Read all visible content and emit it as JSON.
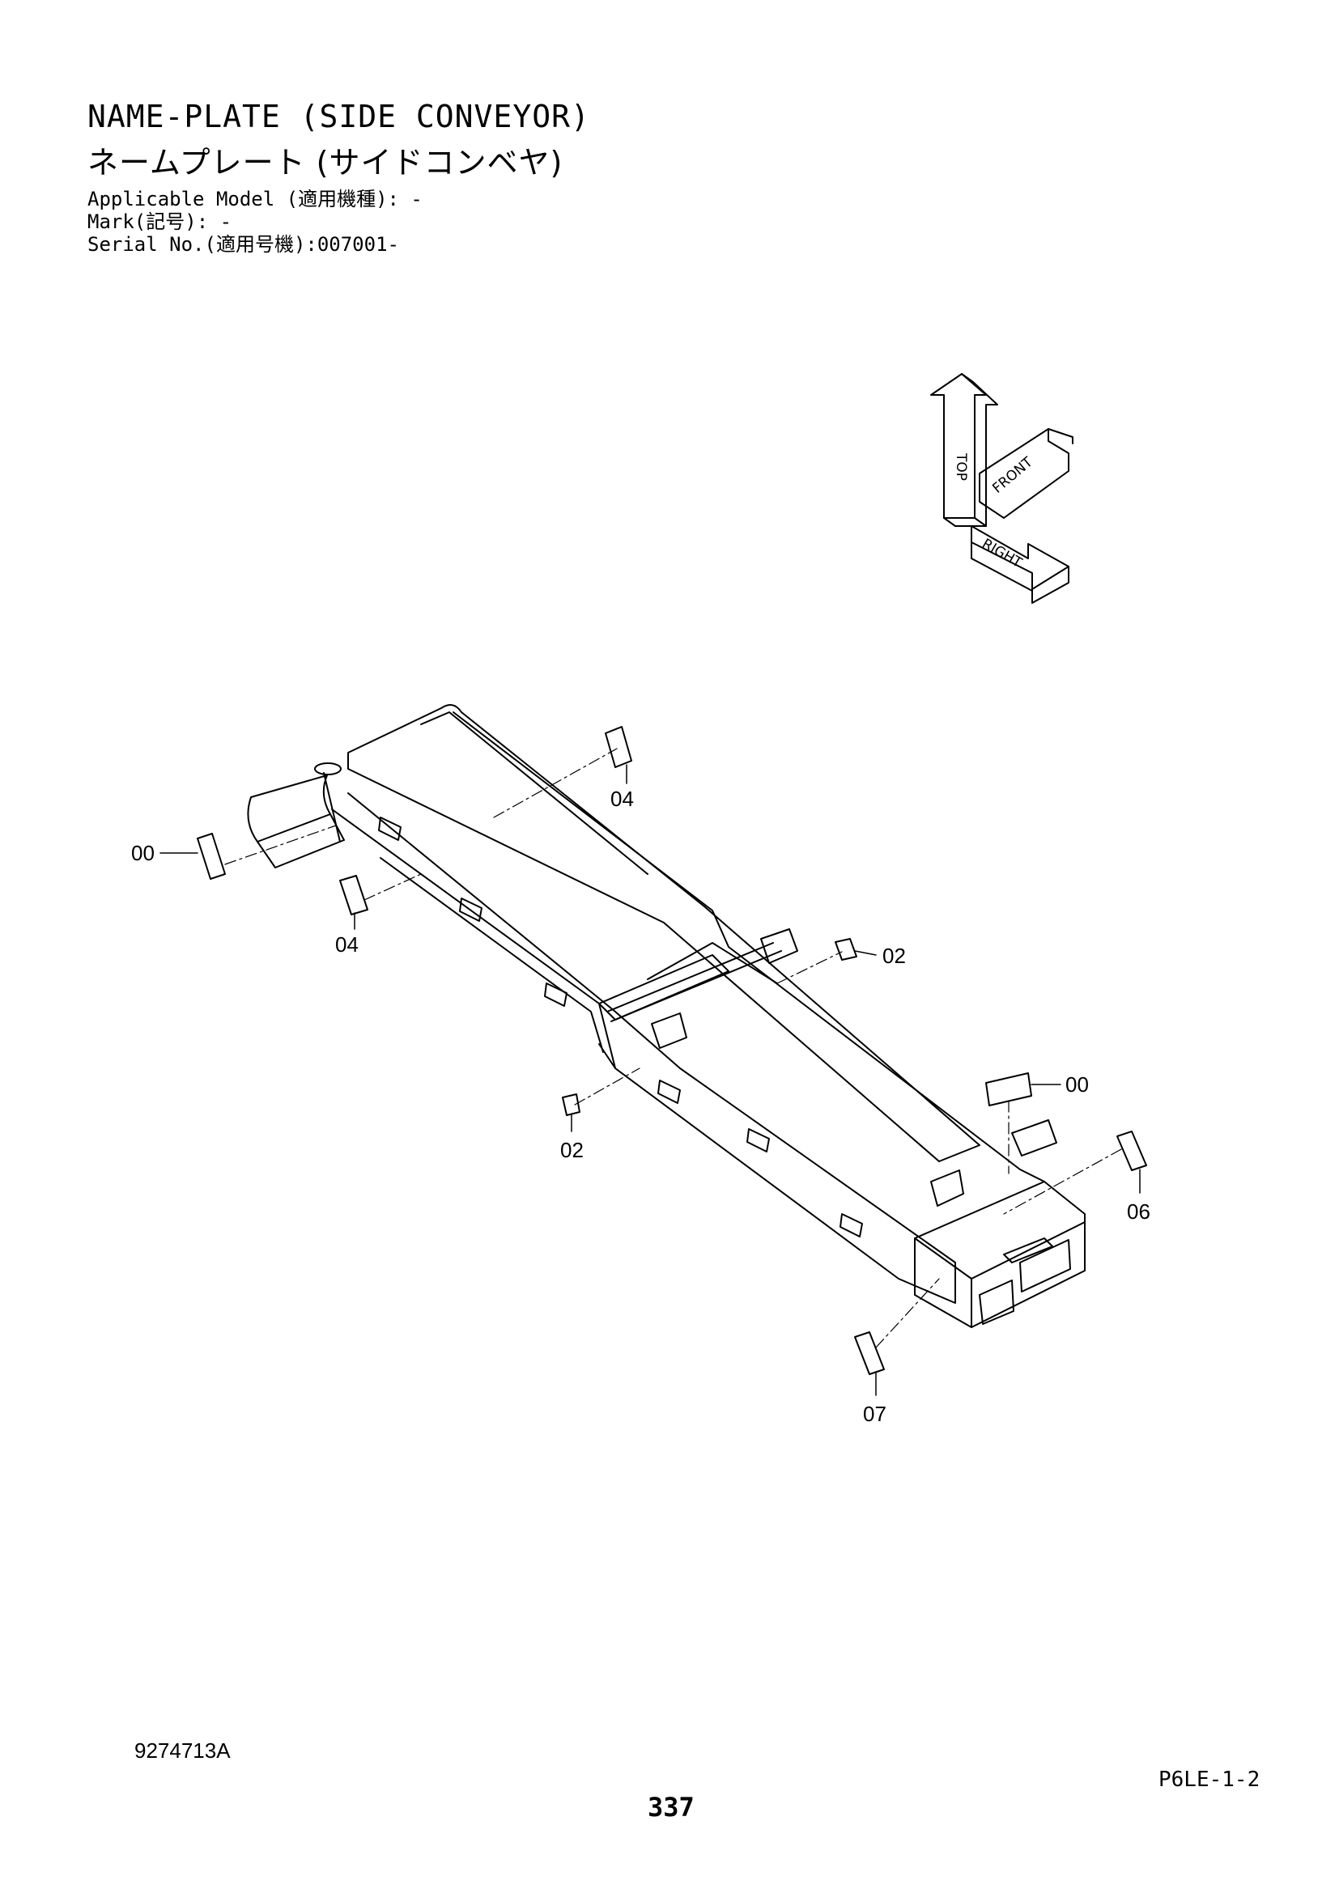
{
  "page": {
    "title_en": "NAME-PLATE (SIDE CONVEYOR)",
    "title_ja": "ネームプレート (サイドコンベヤ)",
    "applicable_model": "Applicable Model (適用機種): -",
    "mark": "Mark(記号): -",
    "serial_no": "Serial No.(適用号機):007001-",
    "doc_code": "9274713A",
    "page_ref": "P6LE-1-2",
    "page_number": "337"
  },
  "orientation": {
    "top": "TOP",
    "front": "FRONT",
    "right": "RIGHT"
  },
  "callouts": {
    "c00a": "00",
    "c04a": "04",
    "c04b": "04",
    "c02a": "02",
    "c02b": "02",
    "c00b": "00",
    "c06": "06",
    "c07": "07"
  }
}
